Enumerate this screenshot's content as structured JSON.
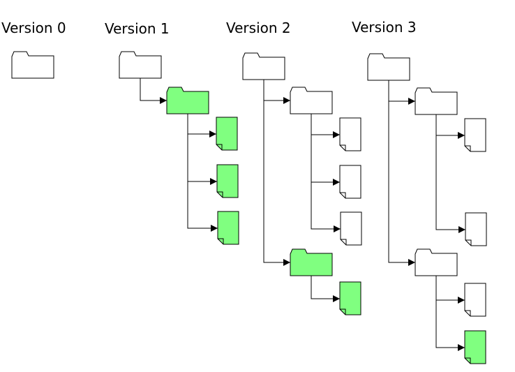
{
  "colors": {
    "new_item": "#80ff80",
    "unchanged_item": "#ffffff",
    "stroke": "#000000"
  },
  "icons": {
    "folder": "folder-icon",
    "file": "file-icon"
  },
  "versions": [
    {
      "label": "Version 0",
      "root": {
        "type": "folder",
        "new": false,
        "children": []
      }
    },
    {
      "label": "Version 1",
      "root": {
        "type": "folder",
        "new": false,
        "children": [
          {
            "type": "folder",
            "new": true,
            "children": [
              {
                "type": "file",
                "new": true
              },
              {
                "type": "file",
                "new": true
              },
              {
                "type": "file",
                "new": true
              }
            ]
          }
        ]
      }
    },
    {
      "label": "Version 2",
      "root": {
        "type": "folder",
        "new": false,
        "children": [
          {
            "type": "folder",
            "new": false,
            "children": [
              {
                "type": "file",
                "new": false
              },
              {
                "type": "file",
                "new": false
              },
              {
                "type": "file",
                "new": false
              }
            ]
          },
          {
            "type": "folder",
            "new": true,
            "children": [
              {
                "type": "file",
                "new": true
              }
            ]
          }
        ]
      }
    },
    {
      "label": "Version 3",
      "root": {
        "type": "folder",
        "new": false,
        "children": [
          {
            "type": "folder",
            "new": false,
            "children": [
              {
                "type": "file",
                "new": false
              },
              {
                "type": "file",
                "new": false
              }
            ]
          },
          {
            "type": "folder",
            "new": false,
            "children": [
              {
                "type": "file",
                "new": false
              },
              {
                "type": "file",
                "new": true
              }
            ]
          }
        ]
      }
    }
  ]
}
